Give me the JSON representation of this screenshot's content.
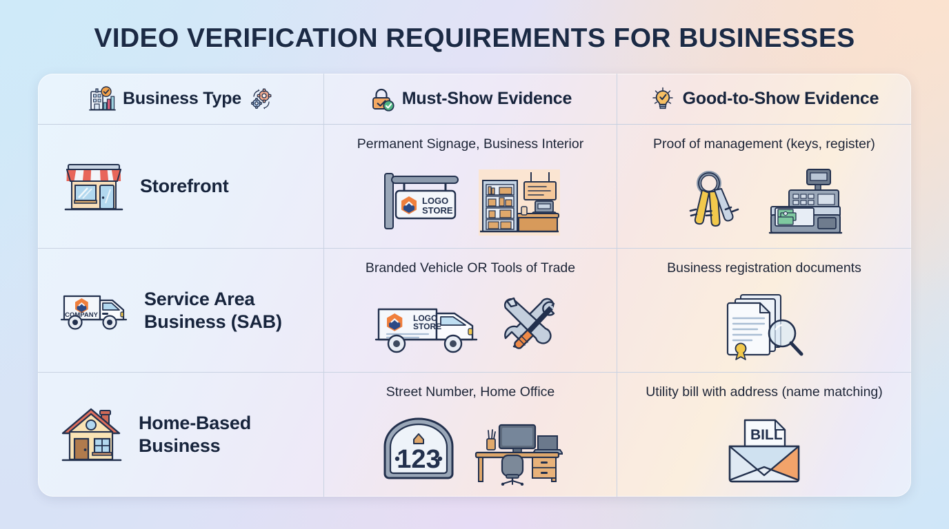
{
  "title": "VIDEO VERIFICATION REQUIREMENTS FOR BUSINESSES",
  "colors": {
    "title_text": "#1b2a45",
    "accent_orange": "#f08b4a",
    "accent_navy": "#2b4a86",
    "check_green": "#4caf7d",
    "border": "#c9d2e2"
  },
  "table": {
    "headers": [
      {
        "label": "Business Type",
        "lead_icon": "office-building-chart-icon",
        "trail_icon": "gears-icon"
      },
      {
        "label": "Must-Show Evidence",
        "lead_icon": "padlock-check-icon",
        "trail_icon": ""
      },
      {
        "label": "Good-to-Show Evidence",
        "lead_icon": "lightbulb-check-icon",
        "trail_icon": ""
      }
    ],
    "rows": [
      {
        "type_label": "Storefront",
        "type_icon": "shop-storefront-icon",
        "must_show": "Permanent Signage, Business Interior",
        "must_show_icons": [
          "hanging-logo-store-sign-icon",
          "store-interior-icon"
        ],
        "sign_logo_line1": "LOGO",
        "sign_logo_line2": "STORE",
        "good_to_show": "Proof of management (keys, register)",
        "good_to_show_icons": [
          "keyring-keys-icon",
          "cash-register-icon"
        ]
      },
      {
        "type_label_line1": "Service Area",
        "type_label_line2": "Business (SAB)",
        "type_icon": "branded-van-icon",
        "van_brand_text": "COMPANY",
        "must_show": "Branded Vehicle OR Tools of Trade",
        "must_show_icons": [
          "branded-delivery-van-icon",
          "wrench-screwdriver-tools-icon"
        ],
        "van_logo_line1": "LOGO",
        "van_logo_line2": "STORE",
        "good_to_show": "Business registration documents",
        "good_to_show_icons": [
          "documents-magnifier-icon"
        ]
      },
      {
        "type_label_line1": "Home-Based",
        "type_label_line2": "Business",
        "type_icon": "house-icon",
        "must_show": "Street Number, Home Office",
        "must_show_icons": [
          "house-number-plaque-icon",
          "home-office-desk-icon"
        ],
        "house_number": "123",
        "good_to_show": "Utility bill with address (name matching)",
        "good_to_show_icons": [
          "envelope-bill-icon"
        ],
        "bill_label": "BILL"
      }
    ]
  }
}
